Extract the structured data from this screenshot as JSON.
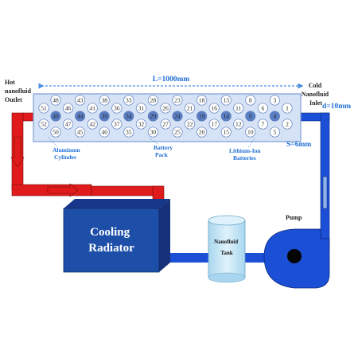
{
  "labels": {
    "hot_outlet": [
      "Hot",
      "nanofluid",
      "Outlet"
    ],
    "cold_inlet": [
      "Cold",
      "Nanofluid",
      "Inlet"
    ],
    "length": "L=1000mm",
    "diameter": "d=10mm",
    "spacing": "S=6mm",
    "aluminum": [
      "Aluminum",
      "Cylinder"
    ],
    "battery_pack": [
      "Battery",
      "Pack"
    ],
    "li_ion": [
      "Lithium-Ion",
      "Batteries"
    ],
    "radiator": [
      "Cooling",
      "Radiator"
    ],
    "tank": [
      "Nanofluid",
      "Tank"
    ],
    "pump": "Pump"
  },
  "cells": {
    "top_row": [
      "48",
      "43",
      "38",
      "33",
      "28",
      "23",
      "18",
      "13",
      "8",
      "3"
    ],
    "upper_mid_row": [
      "51",
      "46",
      "41",
      "36",
      "31",
      "26",
      "21",
      "16",
      "11",
      "6",
      "1"
    ],
    "center_row": [
      "49",
      "44",
      "39",
      "34",
      "29",
      "24",
      "19",
      "14",
      "9",
      "4"
    ],
    "lower_mid_row": [
      "52",
      "47",
      "42",
      "37",
      "32",
      "27",
      "22",
      "17",
      "12",
      "7",
      "2"
    ],
    "bottom_row": [
      "50",
      "45",
      "40",
      "35",
      "30",
      "25",
      "20",
      "15",
      "10",
      "5"
    ]
  },
  "colors": {
    "hot_pipe": "#e01b1b",
    "cold_pipe": "#1a4fd6",
    "radiator_body": "#1e4fa8",
    "radiator_top": "#17388a",
    "pack_fill": "#d6e2f5",
    "cell_highlight": "#5b7fc4",
    "tank_fill": "#bfe3f5"
  }
}
